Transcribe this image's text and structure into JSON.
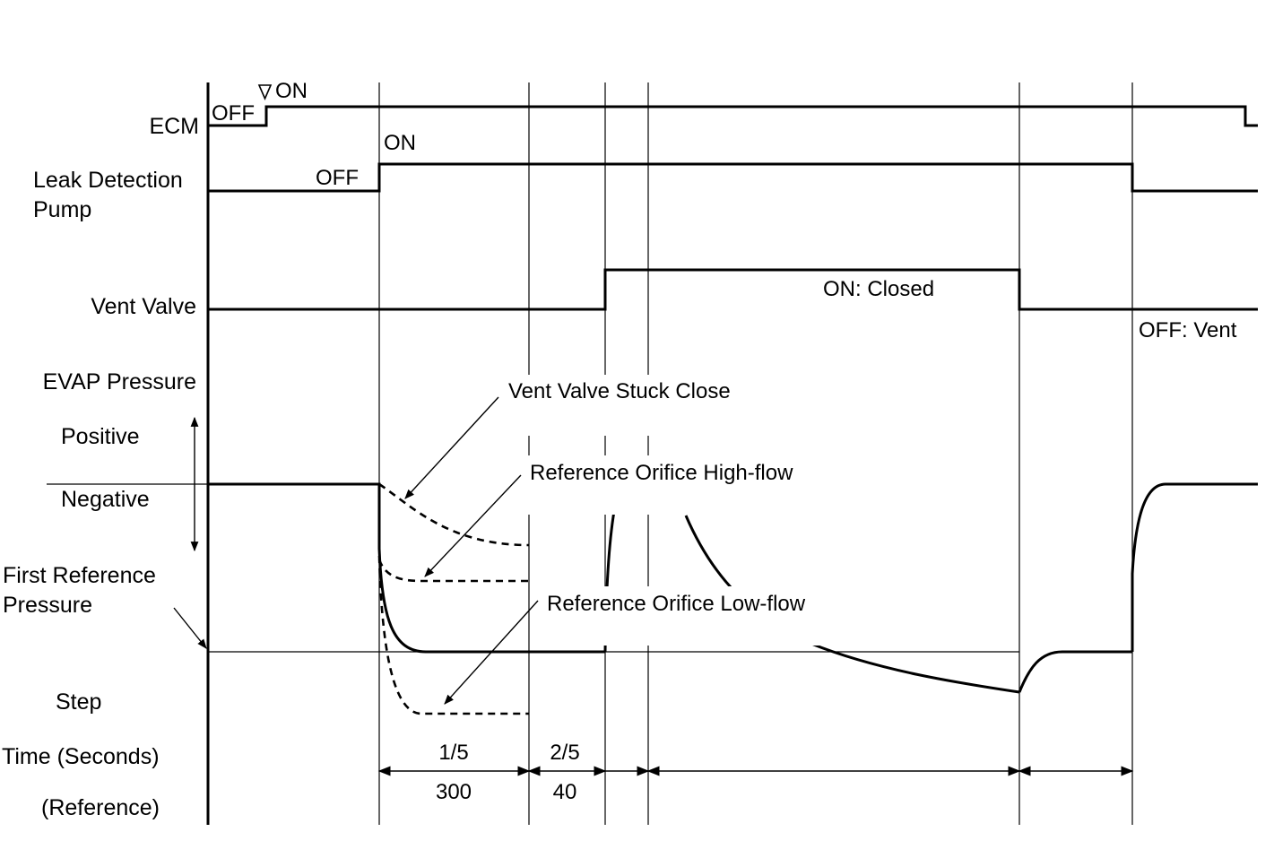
{
  "signals": {
    "ecm": {
      "label": "ECM",
      "off": "OFF",
      "on": "ON"
    },
    "pump": {
      "label_line1": "Leak Detection",
      "label_line2": "Pump",
      "off": "OFF",
      "on": "ON"
    },
    "vent_valve": {
      "label": "Vent Valve",
      "on_state": "ON: Closed",
      "off_state": "OFF: Vent"
    },
    "evap": {
      "label": "EVAP Pressure",
      "positive": "Positive",
      "negative": "Negative"
    }
  },
  "left_labels": {
    "first_ref_line1": "First Reference",
    "first_ref_line2": "Pressure",
    "step": "Step",
    "time": "Time (Seconds)",
    "reference": "(Reference)"
  },
  "callouts": {
    "stuck": "Vent Valve Stuck Close",
    "high_flow": "Reference Orifice High-flow",
    "low_flow": "Reference Orifice Low-flow"
  },
  "steps": {
    "step1": {
      "label": "1/5",
      "seconds": "300"
    },
    "step2": {
      "label": "2/5",
      "seconds": "40"
    }
  }
}
